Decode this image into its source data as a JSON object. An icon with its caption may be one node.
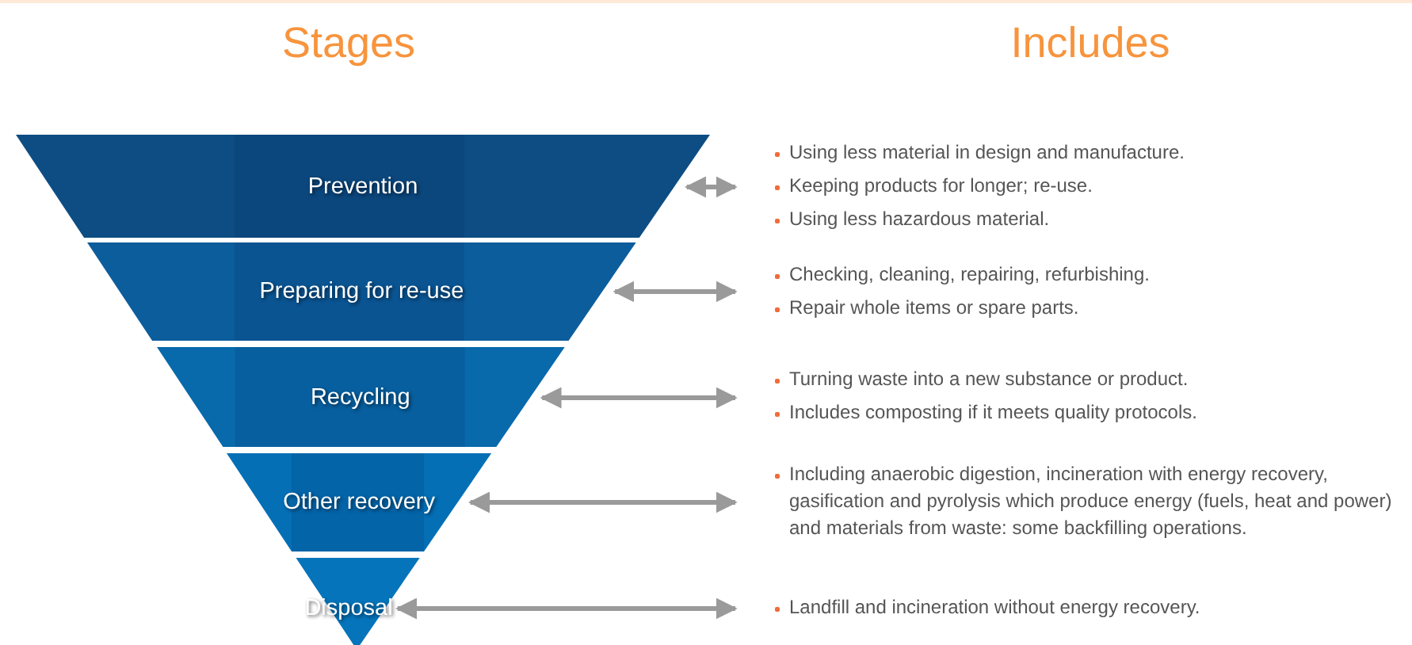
{
  "diagram": {
    "nodes": [
      {
        "text": [
          "Prevention"
        ]
      },
      {
        "text": [
          "Preparing for re-use"
        ]
      },
      {
        "text": [
          "Recycling"
        ]
      },
      {
        "text": [
          "Other recovery"
        ]
      },
      {
        "text": [
          "Disposal"
        ]
      },
      {
        "text": [
          "Using less material in design and manufacture.",
          "Keeping products for longer; re-use.",
          "Using less hazardous material."
        ]
      },
      {
        "text": [
          "Checking, cleaning, repairing, refurbishing.",
          "Repair whole items or spare parts."
        ]
      },
      {
        "text": [
          "Turning waste into a new substance or product.",
          "Includes composting if it meets quality protocols."
        ]
      },
      {
        "text": [
          "Including anaerobic digestion, incineration with energy recovery, gasification and pyrolysis which produce energy (fuels, heat and power) and materials from waste: some backfilling operations."
        ]
      },
      {
        "text": [
          "Landfill and incineration without energy recovery."
        ]
      }
    ],
    "edges": [
      {
        "from": 0,
        "to": 5,
        "arrow": "both"
      },
      {
        "from": 1,
        "to": 6,
        "arrow": "both"
      },
      {
        "from": 2,
        "to": 7,
        "arrow": "both"
      },
      {
        "from": 3,
        "to": 8,
        "arrow": "both"
      },
      {
        "from": 4,
        "to": 9,
        "arrow": "both"
      }
    ],
    "labels": [
      "Stages",
      "Includes"
    ]
  }
}
